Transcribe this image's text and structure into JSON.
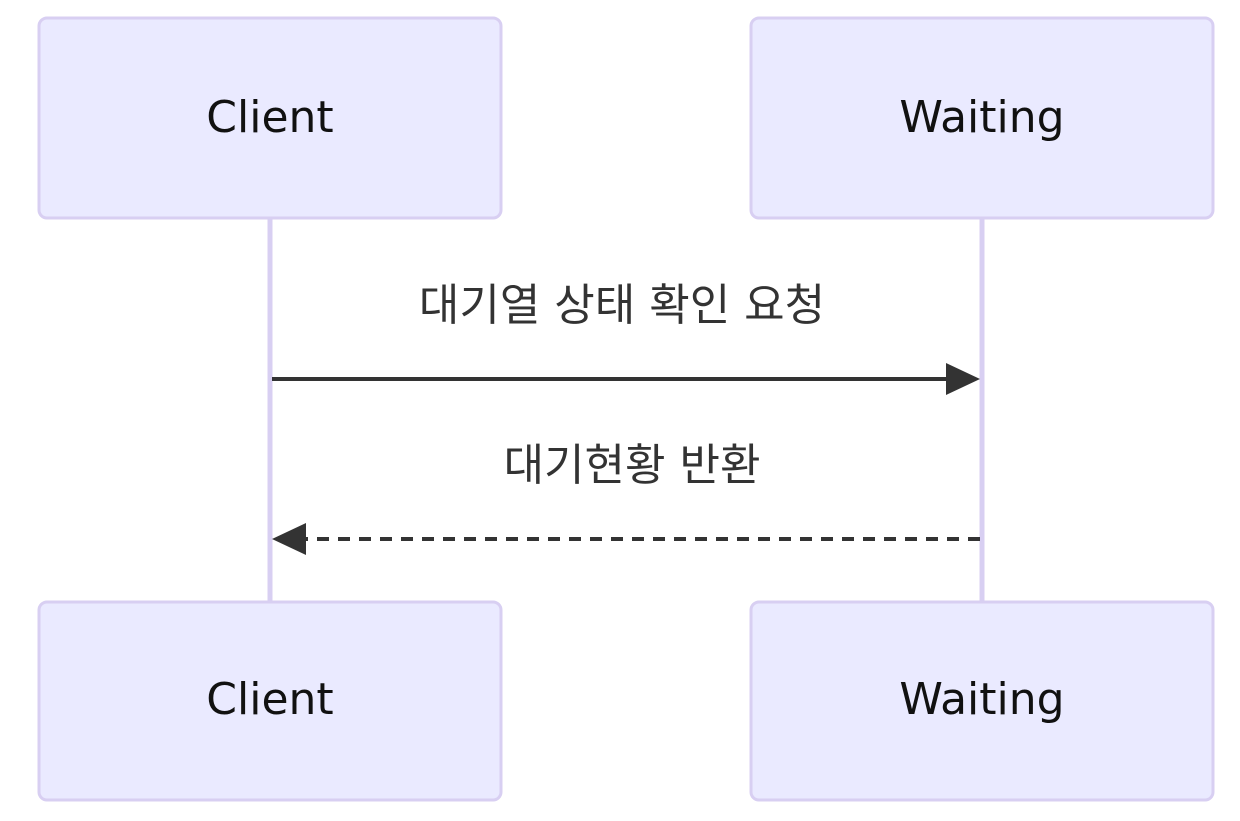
{
  "participants": [
    {
      "id": "client",
      "label": "Client"
    },
    {
      "id": "waiting",
      "label": "Waiting"
    }
  ],
  "messages": [
    {
      "from": "client",
      "to": "waiting",
      "label": "대기열 상태 확인 요청",
      "style": "solid"
    },
    {
      "from": "waiting",
      "to": "client",
      "label": "대기현황 반환",
      "style": "dashed"
    }
  ],
  "colors": {
    "actor_fill": "#eaeaff",
    "actor_stroke": "#d8cff2",
    "lifeline": "#d8cff2",
    "message": "#333333"
  }
}
